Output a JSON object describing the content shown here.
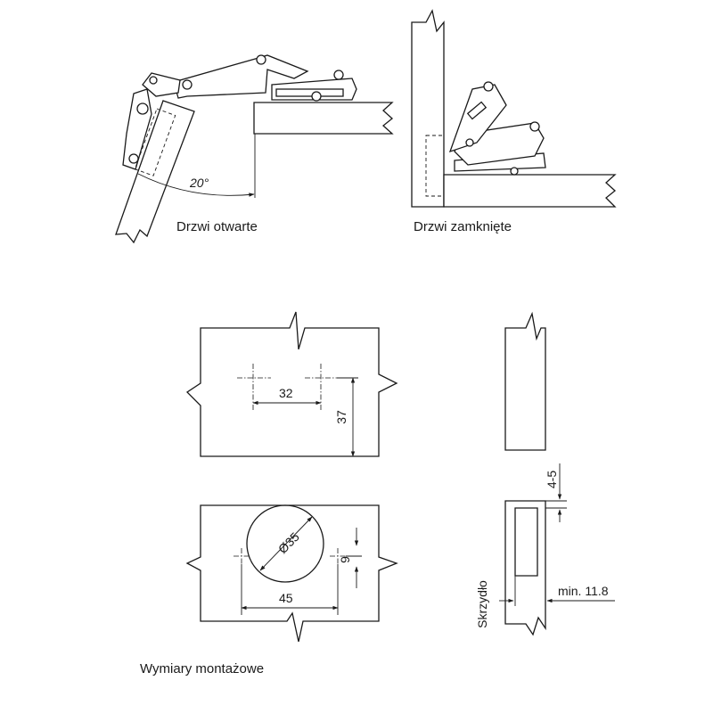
{
  "captions": {
    "door_open": "Drzwi otwarte",
    "door_closed": "Drzwi zamknięte",
    "mounting": "Wymiary montażowe",
    "door_panel": "Skrzydło"
  },
  "dimensions": {
    "angle": "20°",
    "hole_spacing": "32",
    "hole_depth": "37",
    "cup_diameter": "Ø35",
    "cup_offset": "9",
    "cup_spacing": "45",
    "gap": "4-5",
    "min_thickness": "min. 11.8"
  }
}
